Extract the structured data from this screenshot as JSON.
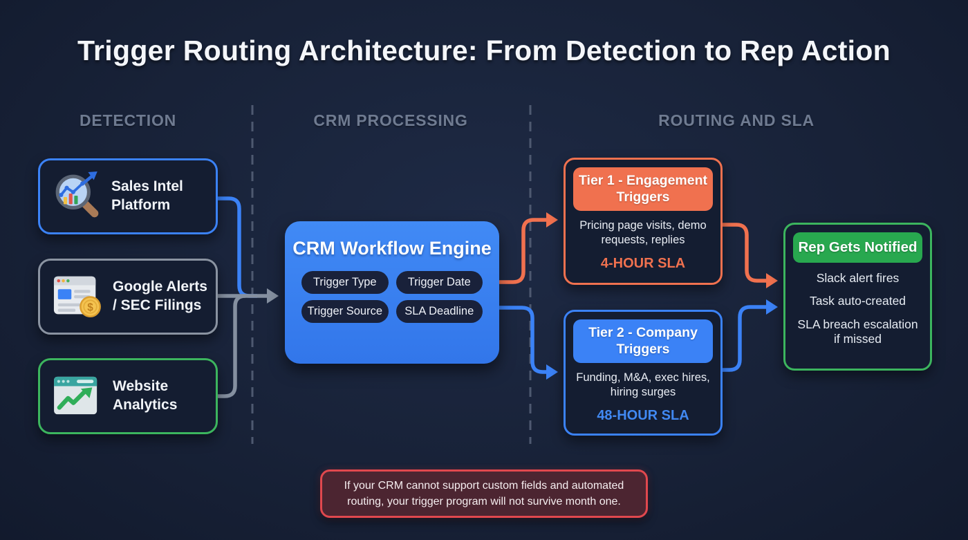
{
  "title": "Trigger Routing Architecture: From Detection to Rep Action",
  "columns": [
    {
      "label": "DETECTION"
    },
    {
      "label": "CRM PROCESSING"
    },
    {
      "label": "ROUTING AND SLA"
    }
  ],
  "detection": {
    "sources": [
      {
        "label": "Sales Intel Platform",
        "icon": "magnifier-chart-icon",
        "accent": "#3b82f6"
      },
      {
        "label": "Google Alerts / SEC Filings",
        "icon": "browser-dollar-icon",
        "accent": "#8a93a1"
      },
      {
        "label": "Website Analytics",
        "icon": "browser-trend-icon",
        "accent": "#3cb55e"
      }
    ]
  },
  "crm": {
    "title": "CRM Workflow Engine",
    "fields": [
      "Trigger Type",
      "Trigger Date",
      "Trigger Source",
      "SLA Deadline"
    ]
  },
  "tiers": [
    {
      "title": "Tier 1 - Engagement Triggers",
      "description": "Pricing page visits, demo requests, replies",
      "sla": "4-HOUR SLA",
      "accent": "#f0714f"
    },
    {
      "title": "Tier 2 - Company Triggers",
      "description": "Funding, M&A, exec hires, hiring surges",
      "sla": "48-HOUR SLA",
      "accent": "#3b82f6"
    }
  ],
  "notify": {
    "title": "Rep Gets Notified",
    "items": [
      "Slack alert fires",
      "Task auto-created",
      "SLA breach escalation if missed"
    ],
    "accent": "#2fae57"
  },
  "note": "If your CRM cannot support custom fields and automated routing, your trigger program will not survive month one.",
  "colors": {
    "background": "#18223a",
    "blue": "#3b82f6",
    "orange": "#f0714f",
    "green": "#2fae57",
    "gray": "#8590a0",
    "red": "#e0484e"
  }
}
